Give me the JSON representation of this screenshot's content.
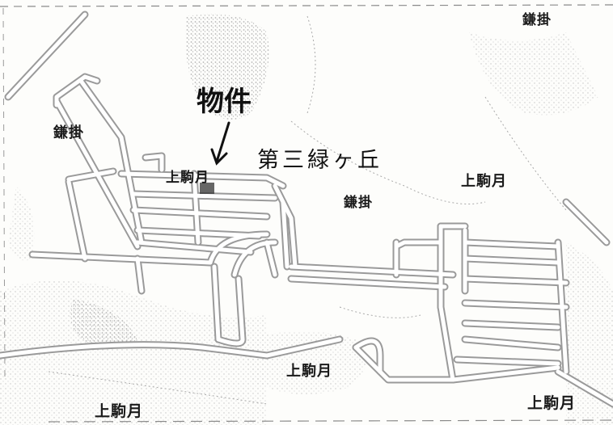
{
  "annotations": {
    "property_note": "物件",
    "district_note": "第三緑ヶ丘"
  },
  "place_labels": {
    "kamakake_top_right": "鎌掛",
    "kamakake_left": "鎌掛",
    "kamakake_center": "鎌掛",
    "kamikomazuki_center": "上駒月",
    "kamikomazuki_right": "上駒月",
    "kamikomazuki_bottom_center": "上駒月",
    "kamikomazuki_bottom_left": "上駒月",
    "kamikomazuki_bottom_right": "上駒月"
  },
  "colors": {
    "paper": "#fdfdfb",
    "road_outline": "#9a9a9a",
    "road_fill": "#ffffff",
    "terrain_stipple": "#c8c8c8",
    "ink": "#111111"
  }
}
